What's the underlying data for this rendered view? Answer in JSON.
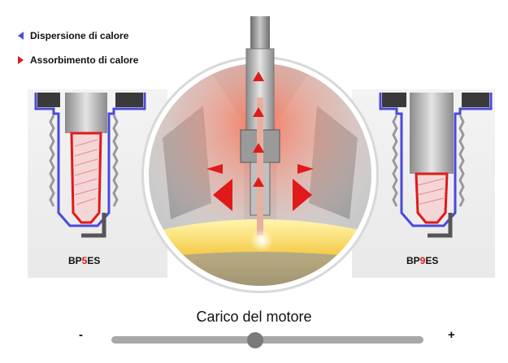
{
  "legend": {
    "dispersion": "Dispersione di calore",
    "absorption": "Assorbimento di calore",
    "dispersion_color": "#4a4af0",
    "absorption_color": "#e01a1a"
  },
  "plugs": {
    "left": {
      "prefix": "BP",
      "heat_range": "5",
      "suffix": "ES"
    },
    "right": {
      "prefix": "BP",
      "heat_range": "9",
      "suffix": "ES"
    }
  },
  "slider": {
    "label": "Carico del motore",
    "min_label": "-",
    "max_label": "+",
    "value_percent": 46
  },
  "icons": {
    "dispersion": "left-triangle-icon",
    "absorption": "right-triangle-icon"
  }
}
